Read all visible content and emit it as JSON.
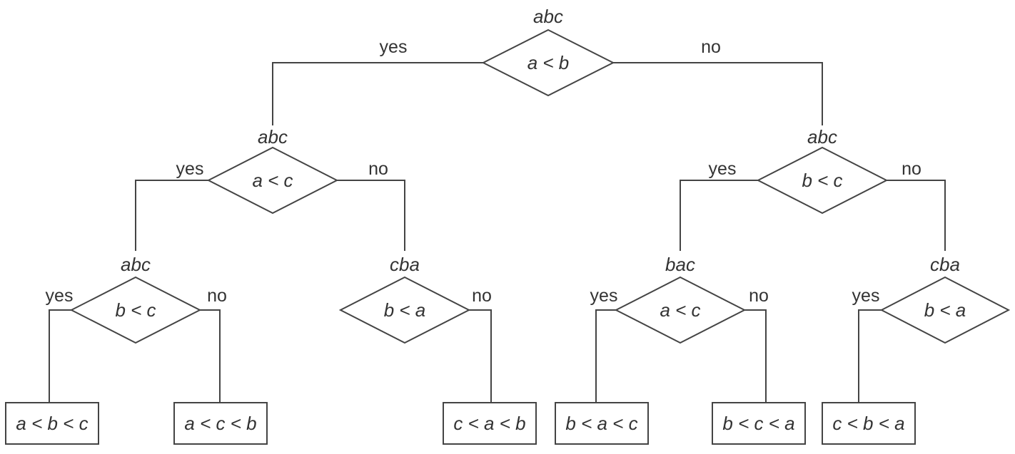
{
  "colors": {
    "background": "#ffffff",
    "stroke": "#444444",
    "text": "#333333"
  },
  "diagram_type": "decision-tree-flowchart",
  "tree": {
    "labels": {
      "yes": "yes",
      "no": "no"
    },
    "root": {
      "tag": "abc",
      "condition": "a < b"
    },
    "left": {
      "tag": "abc",
      "condition": "a < c"
    },
    "right": {
      "tag": "abc",
      "condition": "b < c"
    },
    "left_left": {
      "tag": "abc",
      "condition": "b < c"
    },
    "left_right": {
      "tag": "cba",
      "condition": "b < a"
    },
    "right_left": {
      "tag": "bac",
      "condition": "a < c"
    },
    "right_right": {
      "tag": "cba",
      "condition": "b < a"
    },
    "leaves": {
      "left_left_yes": "a < b < c",
      "left_left_no": "a < c < b",
      "left_right_no": "c < a < b",
      "right_left_yes": "b < a < c",
      "right_left_no": "b < c < a",
      "right_right_yes": "c < b < a"
    }
  }
}
